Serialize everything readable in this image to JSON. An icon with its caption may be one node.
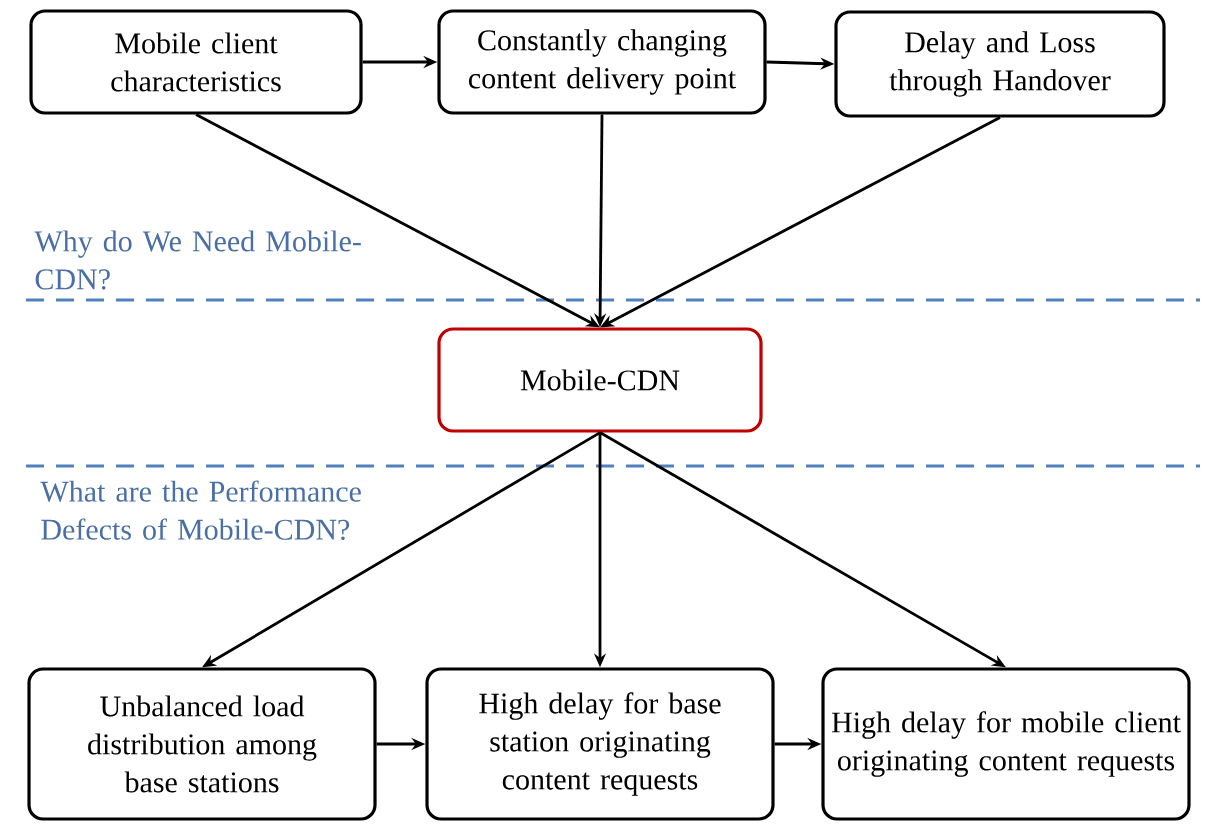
{
  "diagram": {
    "nodes": [
      {
        "text": [
          "Mobile client characteristics"
        ]
      },
      {
        "text": [
          "Constantly changing content delivery point"
        ]
      },
      {
        "text": [
          "Delay and Loss through Handover"
        ]
      },
      {
        "text": [
          "Mobile-CDN"
        ]
      },
      {
        "text": [
          "Unbalanced load distribution among base stations"
        ]
      },
      {
        "text": [
          "High delay for base station originating content requests"
        ]
      },
      {
        "text": [
          "High delay for mobile client originating content requests"
        ]
      }
    ],
    "edges": [
      {
        "from": 0,
        "to": 1,
        "arrow": "to"
      },
      {
        "from": 1,
        "to": 2,
        "arrow": "to"
      },
      {
        "from": 0,
        "to": 3,
        "arrow": "to"
      },
      {
        "from": 1,
        "to": 3,
        "arrow": "to"
      },
      {
        "from": 2,
        "to": 3,
        "arrow": "to"
      },
      {
        "from": 3,
        "to": 4,
        "arrow": "to"
      },
      {
        "from": 3,
        "to": 5,
        "arrow": "to"
      },
      {
        "from": 3,
        "to": 6,
        "arrow": "to"
      },
      {
        "from": 4,
        "to": 5,
        "arrow": "to"
      },
      {
        "from": 5,
        "to": 6,
        "arrow": "to"
      }
    ],
    "labels": [
      "Why do We Need Mobile-CDN?",
      "What are the Performance Defects of Mobile-CDN?"
    ]
  }
}
